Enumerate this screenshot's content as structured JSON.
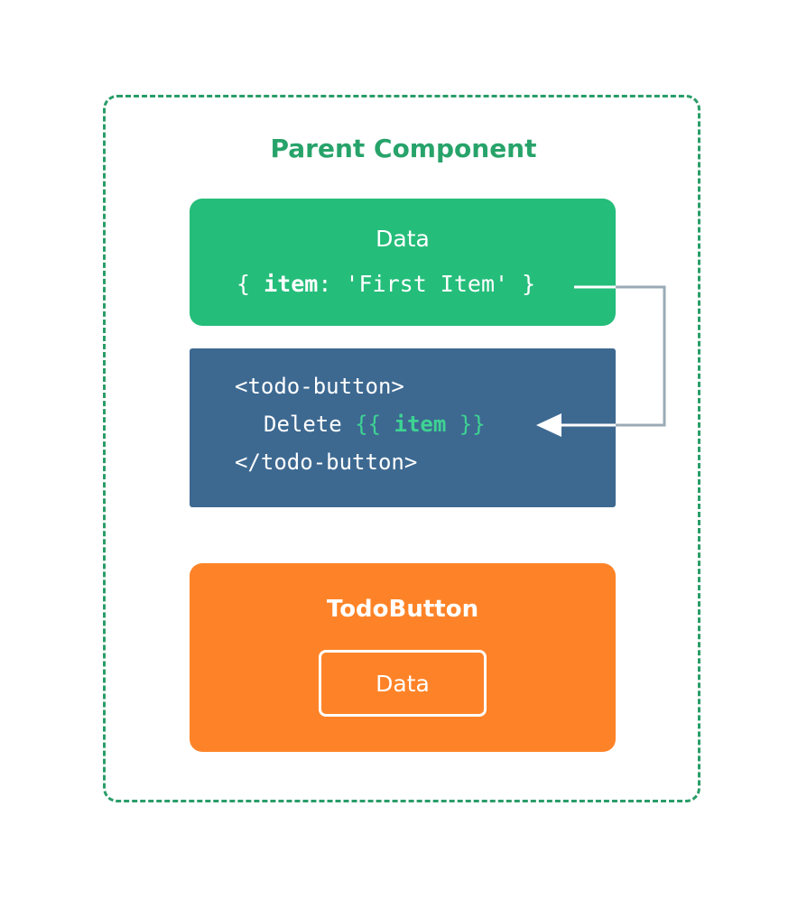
{
  "parent": {
    "title": "Parent Component"
  },
  "data_box": {
    "title": "Data",
    "code": {
      "open": "{ ",
      "key": "item",
      "colon": ": ",
      "value": "'First Item'",
      "close": " }"
    }
  },
  "template_box": {
    "open_tag": "<todo-button>",
    "text": "Delete ",
    "mustache_open": "{{ ",
    "mustache_var": "item",
    "mustache_close": " }}",
    "close_tag": "</todo-button>"
  },
  "todo_box": {
    "title": "TodoButton",
    "inner": "Data"
  },
  "colors": {
    "parent_border": "#2a9d68",
    "data_green": "#25bd7a",
    "template_blue": "#3d6991",
    "todo_orange": "#fe8328",
    "connector_gray": "#9aabb5",
    "mustache_green": "#3ed393"
  }
}
